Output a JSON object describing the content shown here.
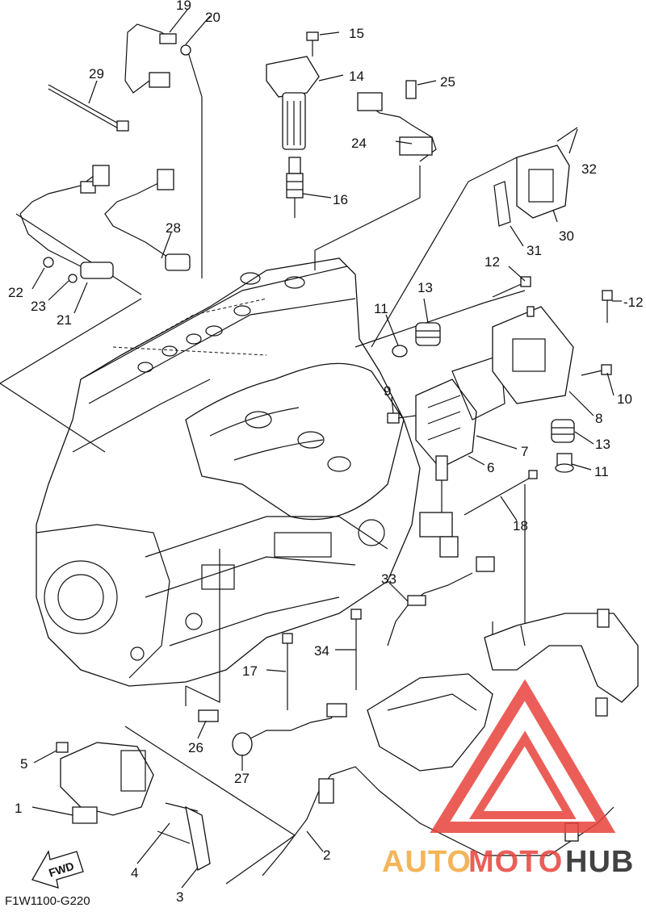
{
  "diagram_code": "F1W1100-G220",
  "fwd_label": "FWD",
  "watermark": {
    "text_a": "AUTO",
    "text_b": "MOTO",
    "text_c": "HUB",
    "color_red": "#e8423c",
    "color_orange": "#f2a93b",
    "color_dark": "#222222"
  },
  "callouts": [
    {
      "id": "c1",
      "label": "1"
    },
    {
      "id": "c2",
      "label": "2"
    },
    {
      "id": "c3",
      "label": "3"
    },
    {
      "id": "c4",
      "label": "4"
    },
    {
      "id": "c5",
      "label": "5"
    },
    {
      "id": "c6",
      "label": "6"
    },
    {
      "id": "c7",
      "label": "7"
    },
    {
      "id": "c8",
      "label": "8"
    },
    {
      "id": "c9",
      "label": "9"
    },
    {
      "id": "c10",
      "label": "10"
    },
    {
      "id": "c11a",
      "label": "11"
    },
    {
      "id": "c11b",
      "label": "11"
    },
    {
      "id": "c12a",
      "label": "12"
    },
    {
      "id": "c12b",
      "label": "-12"
    },
    {
      "id": "c13a",
      "label": "13"
    },
    {
      "id": "c13b",
      "label": "13"
    },
    {
      "id": "c14",
      "label": "14"
    },
    {
      "id": "c15",
      "label": "15"
    },
    {
      "id": "c16",
      "label": "16"
    },
    {
      "id": "c17",
      "label": "17"
    },
    {
      "id": "c18",
      "label": "18"
    },
    {
      "id": "c19",
      "label": "19"
    },
    {
      "id": "c20",
      "label": "20"
    },
    {
      "id": "c21",
      "label": "21"
    },
    {
      "id": "c22",
      "label": "22"
    },
    {
      "id": "c23",
      "label": "23"
    },
    {
      "id": "c24",
      "label": "24"
    },
    {
      "id": "c25",
      "label": "25"
    },
    {
      "id": "c26",
      "label": "26"
    },
    {
      "id": "c27",
      "label": "27"
    },
    {
      "id": "c28",
      "label": "28"
    },
    {
      "id": "c29",
      "label": "29"
    },
    {
      "id": "c30",
      "label": "30"
    },
    {
      "id": "c31",
      "label": "31"
    },
    {
      "id": "c32",
      "label": "32"
    },
    {
      "id": "c33",
      "label": "33"
    },
    {
      "id": "c34",
      "label": "34"
    }
  ]
}
